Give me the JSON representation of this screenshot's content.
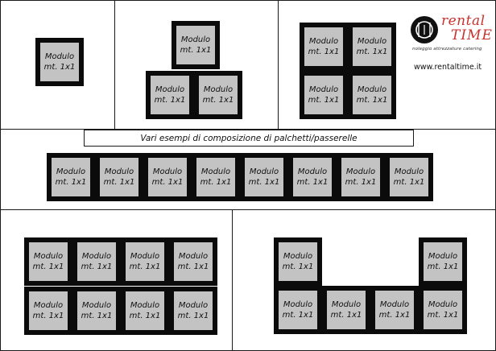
{
  "module_label": {
    "line1": "Modulo",
    "line2": "mt. 1x1"
  },
  "caption": "Vari esempi di composizione di palchetti/passerelle",
  "brand": {
    "word1": "rental",
    "word2": "TIME",
    "tagline": "noleggio attrezzature catering",
    "website": "www.rentaltime.it",
    "accent_color": "#c8322e"
  },
  "examples": [
    {
      "name": "single-module",
      "count": 1
    },
    {
      "name": "pyramid-3-modules",
      "count": 3
    },
    {
      "name": "square-2x2-modules",
      "count": 4
    },
    {
      "name": "row-8-modules",
      "count": 8
    },
    {
      "name": "grid-4x2-modules",
      "count": 8
    },
    {
      "name": "u-shape-6-modules",
      "count": 6
    }
  ]
}
